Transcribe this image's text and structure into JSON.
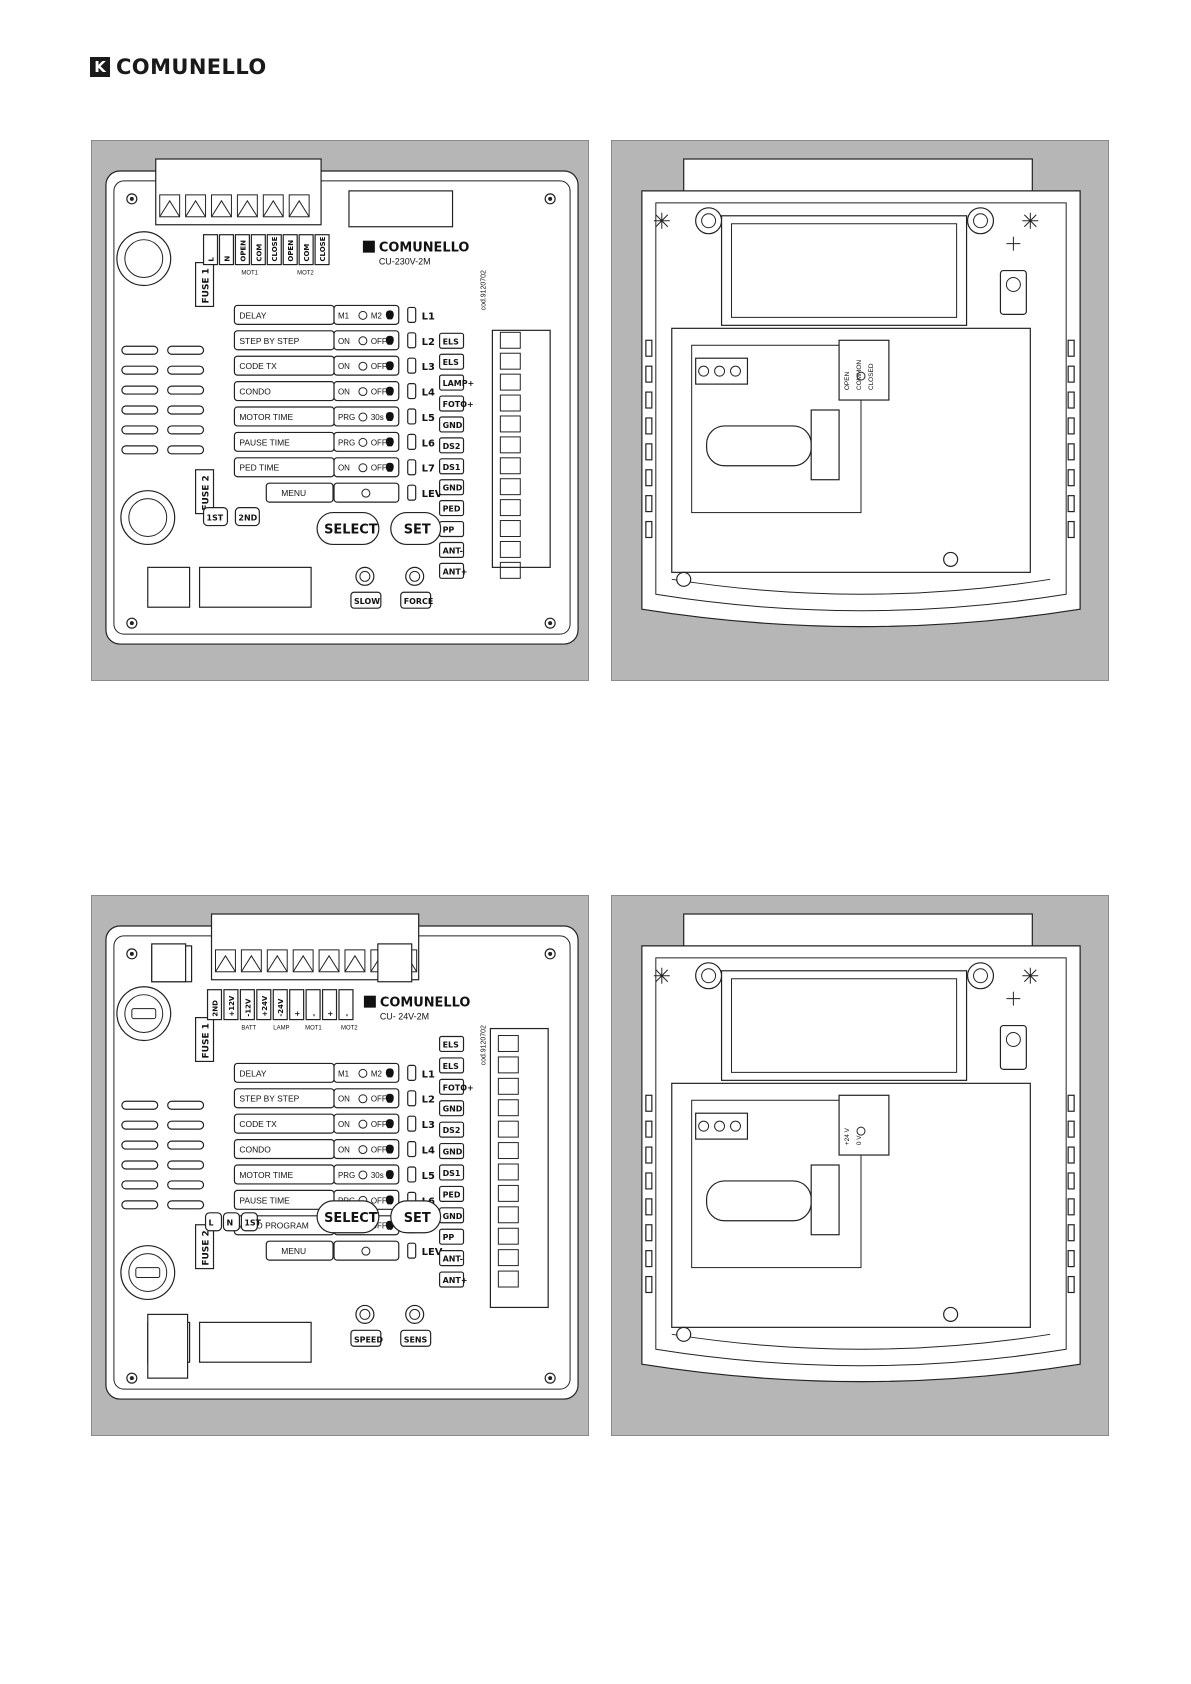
{
  "header": {
    "logo_text": "COMUNELLO"
  },
  "board_230v": {
    "brand": "COMUNELLO",
    "model": "CU-230V-2M",
    "code": "cod.9120702",
    "fuses": [
      "FUSE 1",
      "FUSE 2"
    ],
    "top_terminals": [
      "L",
      "N",
      "OPEN",
      "COM",
      "CLOSE",
      "OPEN",
      "COM",
      "CLOSE"
    ],
    "top_groups": [
      "MOT1",
      "MOT2"
    ],
    "menu_rows": [
      {
        "label": "DELAY",
        "a": "M1",
        "b": "M2",
        "led": "L1"
      },
      {
        "label": "STEP BY STEP",
        "a": "ON",
        "b": "OFF",
        "led": "L2"
      },
      {
        "label": "CODE TX",
        "a": "ON",
        "b": "OFF",
        "led": "L3"
      },
      {
        "label": "CONDO",
        "a": "ON",
        "b": "OFF",
        "led": "L4"
      },
      {
        "label": "MOTOR TIME",
        "a": "PRG",
        "b": "30s",
        "led": "L5"
      },
      {
        "label": "PAUSE TIME",
        "a": "PRG",
        "b": "OFF",
        "led": "L6"
      },
      {
        "label": "PED TIME",
        "a": "ON",
        "b": "OFF",
        "led": "L7"
      }
    ],
    "menu_label": "MENU",
    "lev_label": "LEV",
    "right_terminals": [
      "ELS",
      "ELS",
      "LAMP+",
      "FOTO+",
      "GND",
      "DS2",
      "DS1",
      "GND",
      "PED",
      "PP",
      "ANT-",
      "ANT+"
    ],
    "small_buttons": [
      "1ST",
      "2ND"
    ],
    "select_label": "SELECT",
    "set_label": "SET",
    "trimmers": [
      "SLOW",
      "FORCE"
    ]
  },
  "board_24v": {
    "brand": "COMUNELLO",
    "model": "CU- 24V-2M",
    "code": "cod.9120702",
    "fuses": [
      "FUSE 1",
      "FUSE 2"
    ],
    "top_terminals": [
      "2ND",
      "+12V",
      "-12V",
      "+24V",
      "-24V",
      "+",
      "-",
      "+",
      "-"
    ],
    "top_groups": [
      "BATT",
      "LAMP",
      "MOT1",
      "MOT2"
    ],
    "menu_rows": [
      {
        "label": "DELAY",
        "a": "M1",
        "b": "M2",
        "led": "L1"
      },
      {
        "label": "STEP BY STEP",
        "a": "ON",
        "b": "OFF",
        "led": "L2"
      },
      {
        "label": "CODE TX",
        "a": "ON",
        "b": "OFF",
        "led": "L3"
      },
      {
        "label": "CONDO",
        "a": "ON",
        "b": "OFF",
        "led": "L4"
      },
      {
        "label": "MOTOR TIME",
        "a": "PRG",
        "b": "30s",
        "led": "L5"
      },
      {
        "label": "PAUSE TIME",
        "a": "PRG",
        "b": "OFF",
        "led": "L6"
      },
      {
        "label": "AUTO PROGRAM",
        "a": "ON",
        "b": "OFF",
        "led": "L7"
      }
    ],
    "menu_label": "MENU",
    "lev_label": "LEV",
    "right_terminals": [
      "ELS",
      "ELS",
      "FOTO+",
      "GND",
      "DS2",
      "GND",
      "DS1",
      "PED",
      "GND",
      "PP",
      "ANT-",
      "ANT+"
    ],
    "small_buttons": [
      "L",
      "N",
      "1ST"
    ],
    "select_label": "SELECT",
    "set_label": "SET",
    "trimmers": [
      "SPEED",
      "SENS"
    ]
  },
  "back_230v": {
    "switch_labels": [
      "OPEN",
      "COMMON",
      "CLOSED"
    ]
  },
  "back_24v": {
    "switch_labels": [
      "+24 V",
      "0 V"
    ]
  }
}
